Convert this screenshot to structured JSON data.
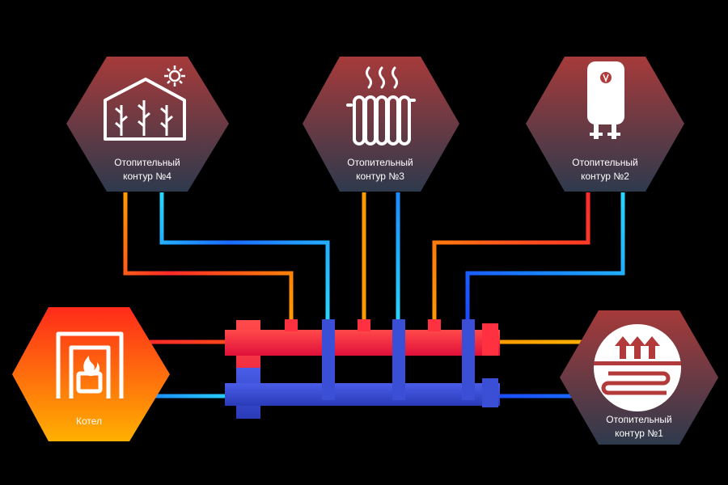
{
  "colors": {
    "background": "#000000",
    "hot": "#ff2a2a",
    "hot_warm": "#ff9a00",
    "cold": "#1a6bff",
    "cold_light": "#29d4ff",
    "hex_top": "#a63a3a",
    "hex_bottom": "#2e3a4d",
    "boiler_top": "#ff2a1a",
    "boiler_bottom": "#ffb000",
    "manifold_hot": "#ff1d3b",
    "manifold_cold": "#3a4fd6"
  },
  "boiler": {
    "label": "Котел",
    "icon": "boiler-fire-icon"
  },
  "circuits": [
    {
      "id": "c4",
      "line1": "Отопительный",
      "line2": "контур  №4",
      "icon": "greenhouse-sun-icon"
    },
    {
      "id": "c3",
      "line1": "Отопительный",
      "line2": "контур  №3",
      "icon": "radiator-heat-icon"
    },
    {
      "id": "c2",
      "line1": "Отопительный",
      "line2": "контур  №2",
      "icon": "water-heater-icon"
    },
    {
      "id": "c1",
      "line1": "Отопительный",
      "line2": "контур  №1",
      "icon": "underfloor-heating-icon"
    }
  ]
}
